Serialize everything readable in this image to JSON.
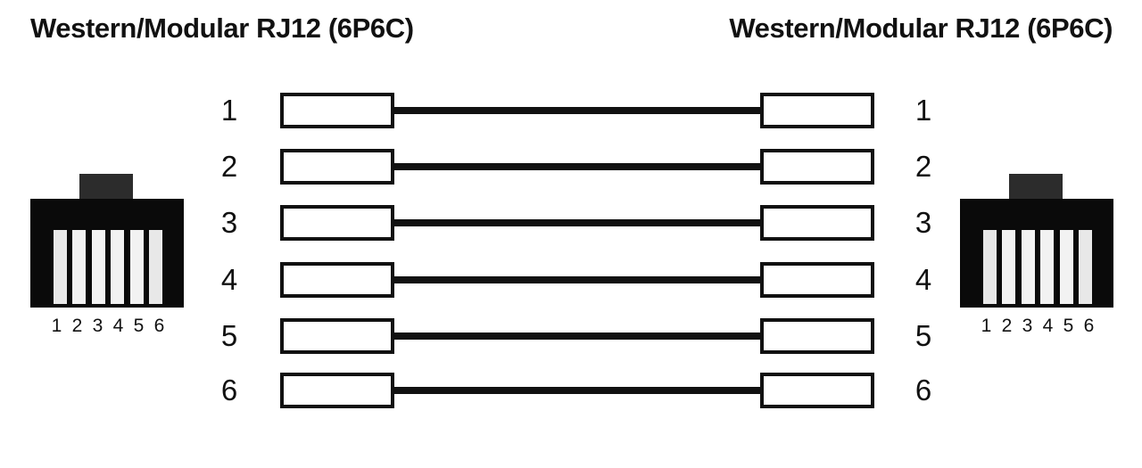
{
  "titles": {
    "left": "Western/Modular RJ12 (6P6C)",
    "right": "Western/Modular RJ12 (6P6C)"
  },
  "connectors": {
    "left": {
      "type": "rj12-jack",
      "pin_count": 6,
      "pin_labels": [
        "1",
        "2",
        "3",
        "4",
        "5",
        "6"
      ]
    },
    "right": {
      "type": "rj12-jack",
      "pin_count": 6,
      "pin_labels": [
        "1",
        "2",
        "3",
        "4",
        "5",
        "6"
      ]
    }
  },
  "wiring": {
    "scheme": "straight-through",
    "rows": [
      {
        "left_pin": "1",
        "right_pin": "1"
      },
      {
        "left_pin": "2",
        "right_pin": "2"
      },
      {
        "left_pin": "3",
        "right_pin": "3"
      },
      {
        "left_pin": "4",
        "right_pin": "4"
      },
      {
        "left_pin": "5",
        "right_pin": "5"
      },
      {
        "left_pin": "6",
        "right_pin": "6"
      }
    ]
  },
  "colors": {
    "background": "#ffffff",
    "ink": "#111111",
    "jack_body": "#0a0a0a",
    "jack_tab": "#2c2c2c",
    "jack_pin": "#f2f2f2"
  }
}
